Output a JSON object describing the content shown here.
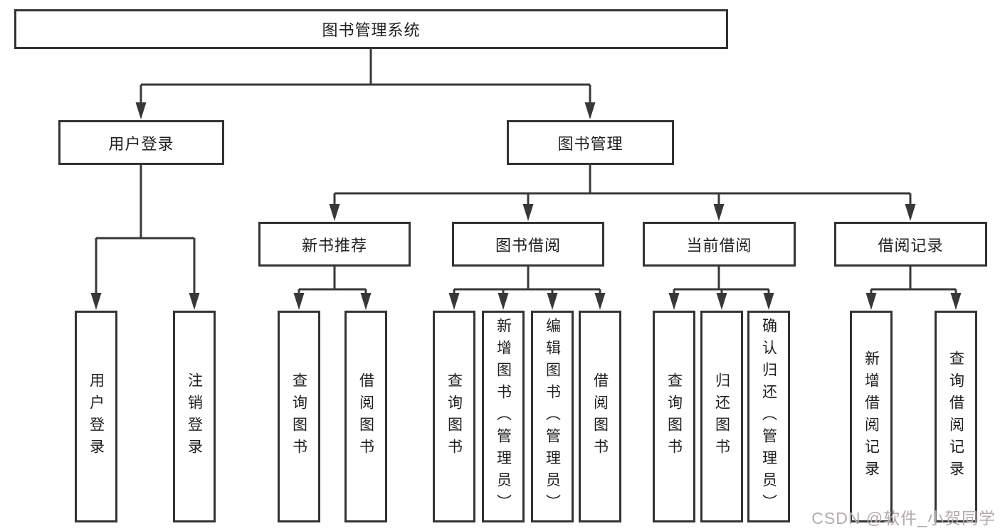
{
  "diagram": {
    "root": {
      "label": "图书管理系统"
    },
    "branches": [
      {
        "label": "用户登录",
        "children": [
          {
            "label": "用户登录"
          },
          {
            "label": "注销登录"
          }
        ]
      },
      {
        "label": "图书管理",
        "children": [
          {
            "label": "新书推荐",
            "children": [
              {
                "label": "查询图书"
              },
              {
                "label": "借阅图书"
              }
            ]
          },
          {
            "label": "图书借阅",
            "children": [
              {
                "label": "查询图书"
              },
              {
                "label": "新增图书（管理员）"
              },
              {
                "label": "编辑图书（管理员）"
              },
              {
                "label": "借阅图书"
              }
            ]
          },
          {
            "label": "当前借阅",
            "children": [
              {
                "label": "查询图书"
              },
              {
                "label": "归还图书"
              },
              {
                "label": "确认归还（管理员）"
              }
            ]
          },
          {
            "label": "借阅记录",
            "children": [
              {
                "label": "新增借阅记录"
              },
              {
                "label": "查询借阅记录"
              }
            ]
          }
        ]
      }
    ],
    "watermark": "CSDN @软件_小贺同学",
    "colors": {
      "line": "#383838",
      "box_border": "#333333",
      "text": "#1f1f1f",
      "watermark": "#b3abab",
      "background": "#ffffff"
    }
  }
}
